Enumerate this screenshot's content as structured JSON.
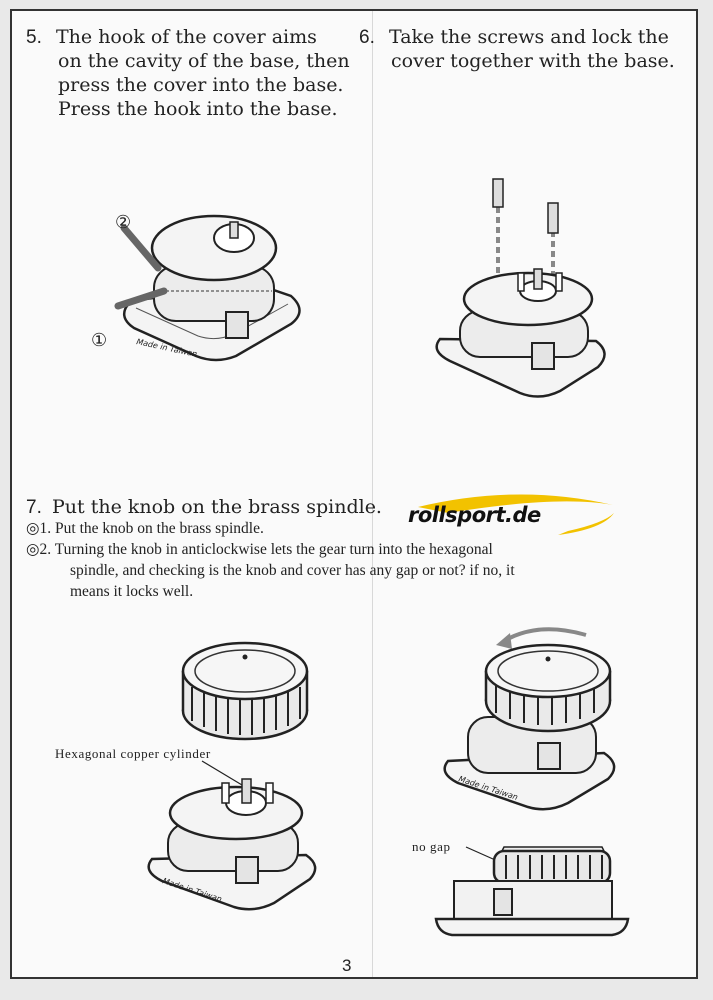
{
  "step5": {
    "number": "5.",
    "lines": [
      "The hook of the cover aims",
      "on the cavity of the base, then",
      "press the cover into the base.",
      "Press the hook into the base."
    ],
    "callout_1": "①",
    "callout_2": "②"
  },
  "step6": {
    "number": "6.",
    "lines": [
      "Take the screws and lock the",
      "cover together with the base."
    ]
  },
  "step7": {
    "number": "7.",
    "title": "Put the knob on the brass spindle.",
    "sub1": "◎1. Put the knob on the brass spindle.",
    "sub2_lines": [
      "◎2. Turning the knob in anticlockwise lets the gear turn into the hexagonal",
      "spindle, and checking is the knob and cover has any gap or not? if no, it",
      "means it locks well."
    ],
    "label_hex": "Hexagonal copper cylinder",
    "label_gap": "no  gap"
  },
  "logo": {
    "text": "rollsport.de",
    "swoosh_color": "#f2c200"
  },
  "page_number": "3",
  "base_badge": "Made in Taiwan"
}
